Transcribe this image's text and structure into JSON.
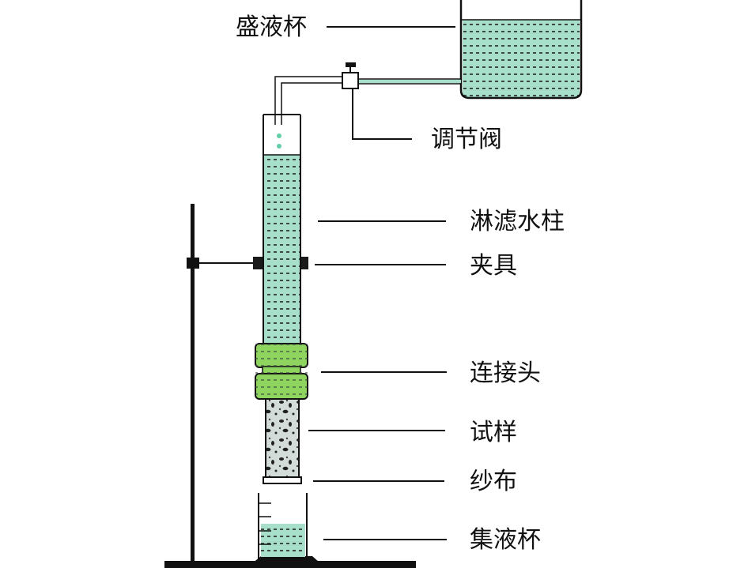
{
  "labels": {
    "supply_cup": "盛液杯",
    "valve": "调节阀",
    "water_column": "淋滤水柱",
    "clamp": "夹具",
    "connector": "连接头",
    "sample": "试样",
    "gauze": "纱布",
    "collect_cup": "集液杯"
  },
  "colors": {
    "liquid": "#a8dfca",
    "connector": "#8ed45f",
    "sample": "#d3dcd8",
    "outline": "#111111",
    "clamp": "#1a1a1a"
  }
}
